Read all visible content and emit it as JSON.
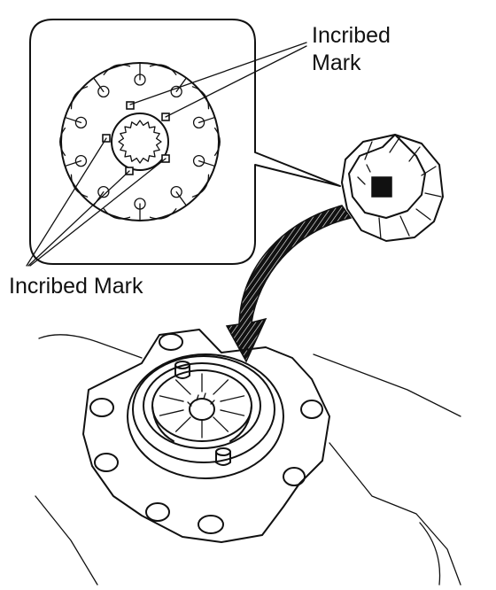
{
  "labels": {
    "top_right_line1": "Incribed",
    "top_right_line2": "Mark",
    "bottom_left": "Incribed Mark"
  }
}
